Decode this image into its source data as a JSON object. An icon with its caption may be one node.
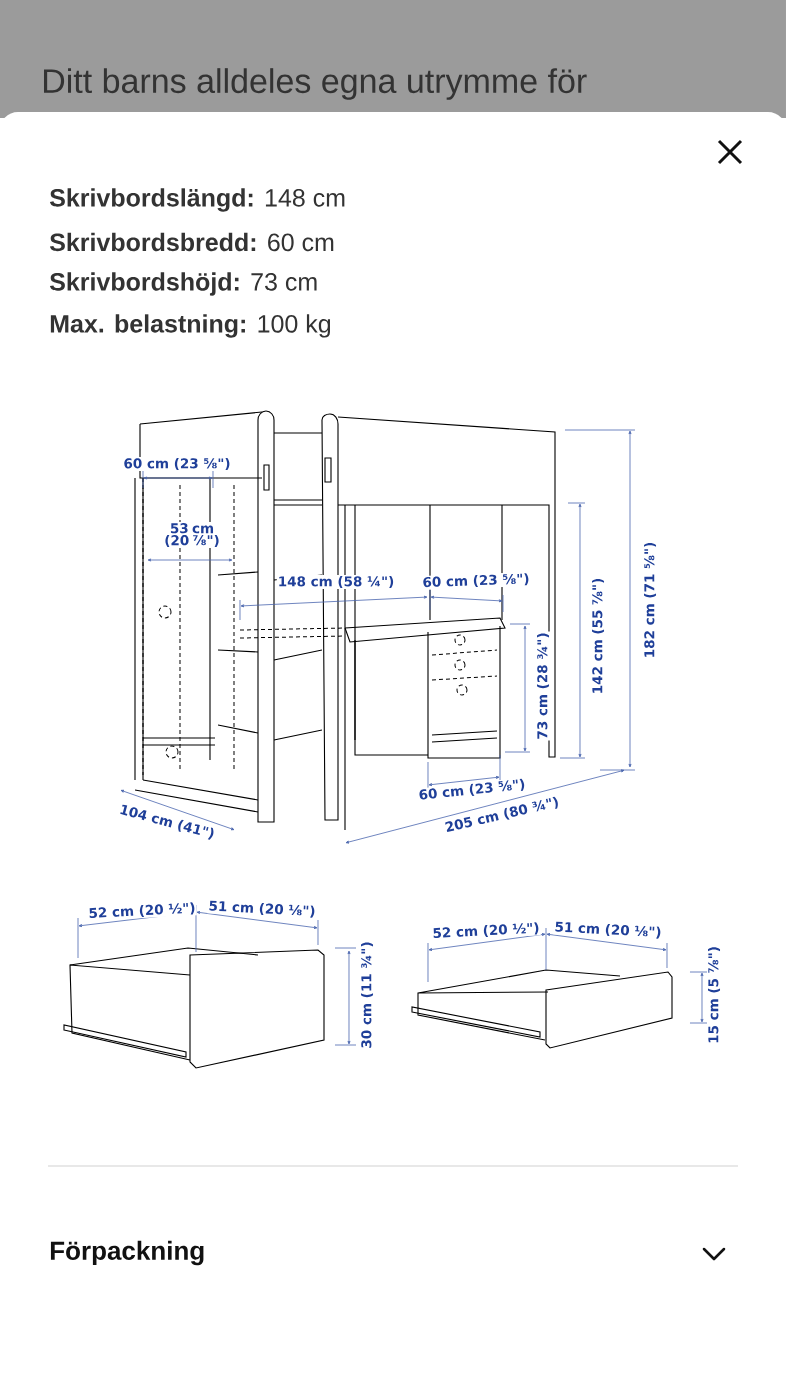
{
  "diagram": {
    "labels": [
      "Ditt barns alldeles egna utrymme för",
      "**Skrivbordslängd:** 148 cm",
      "**Skrivbordsbredd:** 60 cm",
      "**Skrivbordshöjd:** 73 cm",
      "**Max. belastning:** 100 kg",
      "60 cm (23 ⅝\")",
      "53 cm (20 ⅞\")",
      "148 cm (58 ¼\")",
      "60 cm (23 ⅝\")",
      "142 cm (55 ⅞\")",
      "182 cm (71 ⅝\")",
      "73 cm (28 ¾\")",
      "60 cm (23 ⅝\")",
      "104 cm (41\")",
      "205 cm (80 ¾\")",
      "52 cm (20 ½\")",
      "51 cm (20 ⅛\")",
      "30 cm (11 ¾\")",
      "52 cm (20 ½\")",
      "51 cm (20 ⅛\")",
      "15 cm (5 ⅞\")",
      "Förpackning"
    ]
  }
}
